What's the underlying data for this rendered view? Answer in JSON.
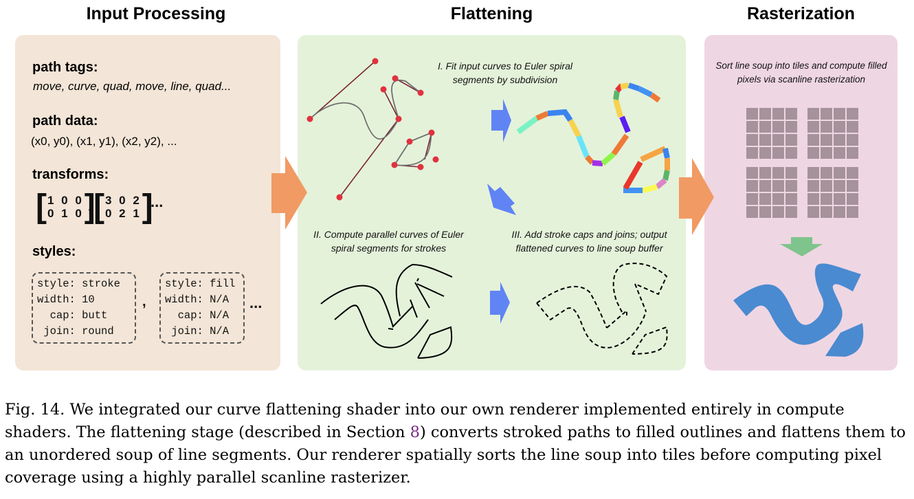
{
  "stages": [
    {
      "title": "Input Processing"
    },
    {
      "title": "Flattening"
    },
    {
      "title": "Rasterization"
    }
  ],
  "input": {
    "path_tags_label": "path tags:",
    "path_tags_value": "move, curve, quad, move, line, quad...",
    "path_data_label": "path data:",
    "path_data_value": "(x0, y0), (x1, y1), (x2, y2),  ...",
    "transforms_label": "transforms:",
    "transforms": [
      {
        "rows": [
          "1 0 0",
          "0 1 0"
        ]
      },
      {
        "rows": [
          "3 0 2",
          "0 2 1"
        ]
      }
    ],
    "transforms_sep": ",",
    "transforms_more": "...",
    "styles_label": "styles:",
    "styles": [
      {
        "text": "style: stroke\nwidth: 10\n  cap: butt\n join: round"
      },
      {
        "text": "style: fill\nwidth: N/A\n  cap: N/A\n join: N/A"
      }
    ],
    "styles_sep": ",",
    "styles_more": "..."
  },
  "flattening": {
    "step1": "I. Fit input curves to Euler spiral segments by subdivision",
    "step2": "II. Compute parallel curves of Euler spiral segments for strokes",
    "step3": "III. Add stroke caps and joins; output flattened curves to line soup buffer"
  },
  "rasterization": {
    "description": "Sort line soup into tiles and compute filled pixels via scanline rasterization",
    "tile_grid": {
      "blocks": 4,
      "cells_per_block": "4x4"
    }
  },
  "colors": {
    "input_panel": "#f3e5d7",
    "flatten_panel": "#e4f2da",
    "raster_panel": "#efd6e3",
    "stage_arrow": "#f19a63",
    "step_arrow": "#6084f4",
    "raster_arrow": "#7fc48c",
    "tile": "#a6929a",
    "fill_shape": "#4a8ad0",
    "control_point": "#e0323e"
  },
  "caption": {
    "prefix": "Fig. 14.  We integrated our curve flattening shader into our own renderer implemented entirely in compute shaders. The flattening stage (described in Section ",
    "ref": "8",
    "suffix": ") converts stroked paths to filled outlines and flattens them to an unordered soup of line segments. Our renderer spatially sorts the line soup into tiles before computing pixel coverage using a highly parallel scanline rasterizer."
  }
}
